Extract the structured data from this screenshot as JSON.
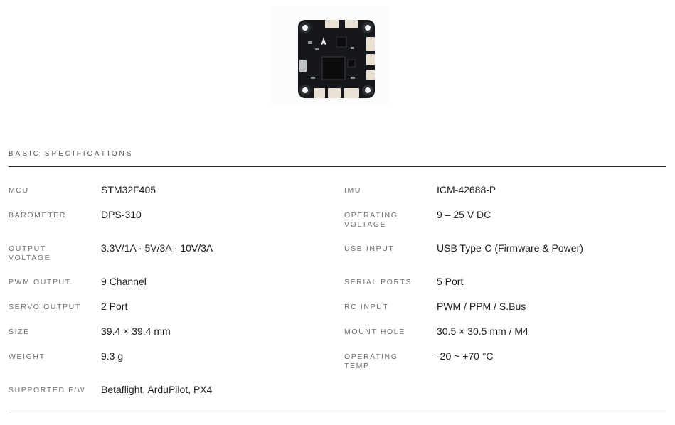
{
  "product": {
    "image_alt": "Flight controller board"
  },
  "section": {
    "title": "BASIC SPECIFICATIONS"
  },
  "specs_left": [
    {
      "label": "MCU",
      "value": "STM32F405"
    },
    {
      "label": "BAROMETER",
      "value": "DPS-310"
    },
    {
      "label": "OUTPUT VOLTAGE",
      "value": "3.3V/1A · 5V/3A · 10V/3A"
    },
    {
      "label": "PWM OUTPUT",
      "value": "9 Channel"
    },
    {
      "label": "SERVO OUTPUT",
      "value": "2 Port"
    },
    {
      "label": "SIZE",
      "value": "39.4 × 39.4 mm"
    },
    {
      "label": "WEIGHT",
      "value": "9.3 g"
    },
    {
      "label": "SUPPORTED F/W",
      "value": "Betaflight, ArduPilot, PX4"
    }
  ],
  "specs_right": [
    {
      "label": "IMU",
      "value": "ICM-42688-P"
    },
    {
      "label": "OPERATING VOLTAGE",
      "value": "9 – 25 V DC"
    },
    {
      "label": "USB INPUT",
      "value": "USB Type-C (Firmware & Power)"
    },
    {
      "label": "SERIAL PORTS",
      "value": "5 Port"
    },
    {
      "label": "RC INPUT",
      "value": "PWM / PPM / S.Bus"
    },
    {
      "label": "MOUNT HOLE",
      "value": "30.5 × 30.5 mm / M4"
    },
    {
      "label": "OPERATING TEMP",
      "value": "-20 ~ +70 °C"
    }
  ]
}
